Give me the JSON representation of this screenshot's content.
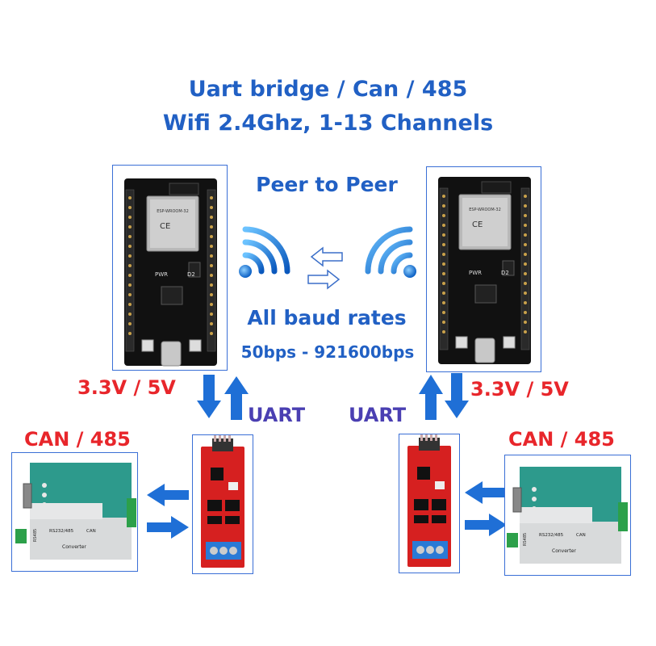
{
  "title": {
    "line1": "Uart bridge / Can / 485",
    "line2": "Wifi 2.4Ghz, 1-13 Channels"
  },
  "center": {
    "peer": "Peer to Peer",
    "baud_title": "All baud rates",
    "baud_range": "50bps - 921600bps"
  },
  "left": {
    "voltage": "3.3V / 5V",
    "uart": "UART",
    "can_label": "CAN / 485"
  },
  "right": {
    "voltage": "3.3V / 5V",
    "uart": "UART",
    "can_label": "CAN / 485"
  },
  "module": {
    "chip_label": "ESP-WROOM-32",
    "pwr": "PWR",
    "d2": "D2"
  },
  "converter": {
    "label_top": "RS232/485",
    "label_can": "CAN",
    "label_bottom": "Converter",
    "side": "RS485"
  },
  "colors": {
    "blue": "#2160c4",
    "red": "#e8262b",
    "purple": "#4a3fb2",
    "arrow_blue": "#1f6fd6"
  }
}
